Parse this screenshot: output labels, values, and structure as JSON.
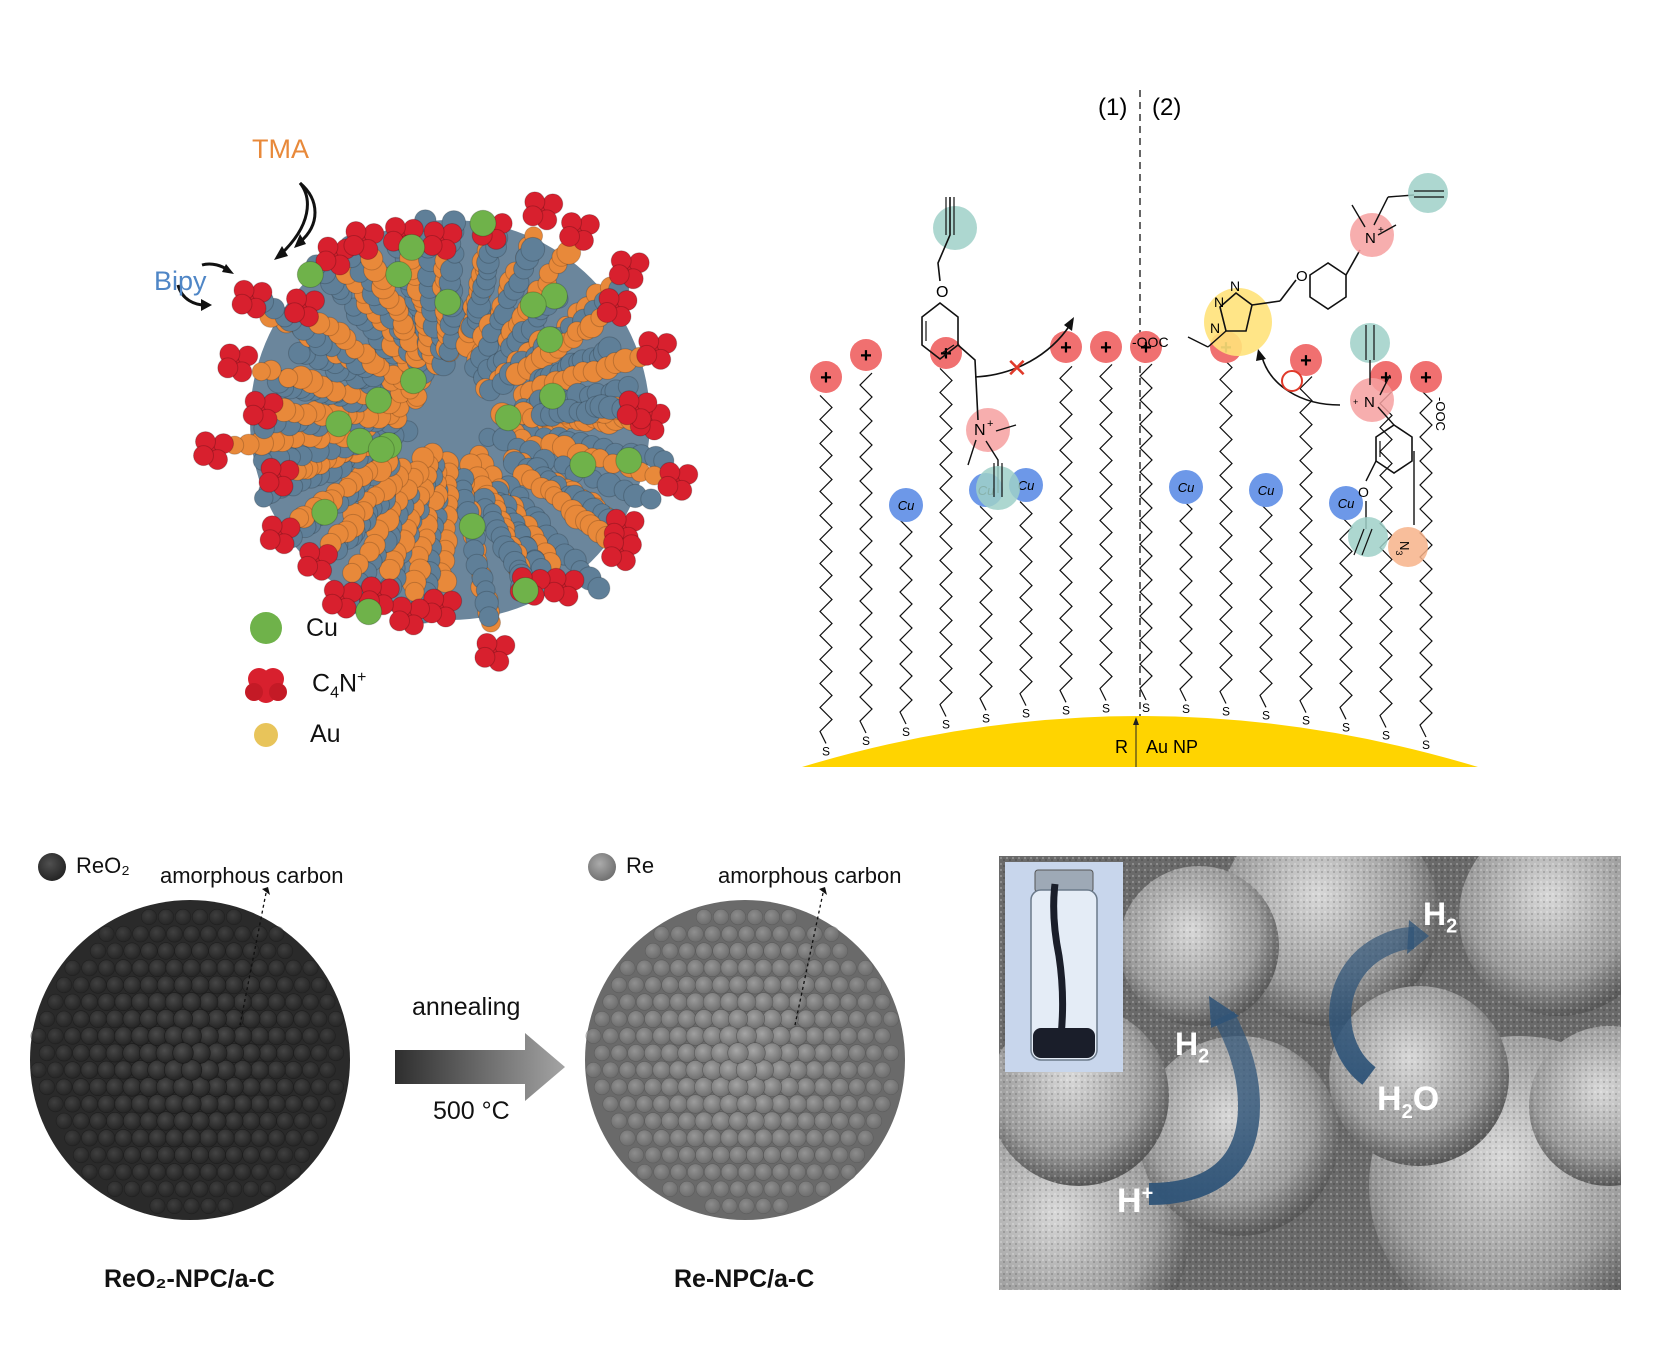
{
  "nanoparticle": {
    "labels": {
      "tma": "TMA",
      "bipy": "Bipy"
    },
    "legend": [
      {
        "key": "cu",
        "label": "Cu",
        "color": "#6fb24a"
      },
      {
        "key": "c4n",
        "label_main": "C",
        "label_sub": "4",
        "label_tail": "N",
        "label_sup": "+",
        "color": "#d8202e"
      },
      {
        "key": "au",
        "label": "Au",
        "color": "#e8c45a"
      }
    ],
    "colors": {
      "tma": "#e8893a",
      "bipy": "#5f7f98",
      "head": "#d8202e",
      "cu": "#6fb24a"
    }
  },
  "scheme": {
    "region_1": "(1)",
    "region_2": "(2)",
    "plus": "+",
    "cu": "Cu",
    "sulfur": "S",
    "radius": "R",
    "surface": "Au NP",
    "amine_label": "N",
    "amine_sup": "+",
    "carboxylate": "-OOC",
    "carboxylate_down": "-OOC",
    "azide": "N",
    "azide_sub": "3",
    "triazole_n": "N",
    "triazole_eq": "N=N",
    "colors": {
      "surface": "#ffd400",
      "plus": "#f07070",
      "cu": "#6d98e8",
      "alkyne_glow": "#9fd0c8",
      "amine_glow": "#f6a0a0",
      "triazole_glow": "#ffe27a",
      "azide_glow": "#f7b38a",
      "cross": "#e03a2a"
    }
  },
  "annealing": {
    "legend_reo2": "ReO₂",
    "legend_re": "Re",
    "amorphous_1": "amorphous carbon",
    "amorphous_2": "amorphous carbon",
    "arrow_top": "annealing",
    "arrow_bottom": "500 °C",
    "caption_left": "ReO₂-NPC/a-C",
    "caption_right": "Re-NPC/a-C",
    "colors": {
      "reo2": "#3a3a3a",
      "re": "#8e8e8e"
    }
  },
  "sem": {
    "h2_top": "H",
    "h2_top_sub": "2",
    "h2_left": "H",
    "h2_left_sub": "2",
    "h2o_main": "H",
    "h2o_sub": "2",
    "h2o_tail": "O",
    "hplus": "H",
    "hplus_sup": "+",
    "colors": {
      "arrow": "#2f5478",
      "bg": "#8a8a8a"
    }
  }
}
